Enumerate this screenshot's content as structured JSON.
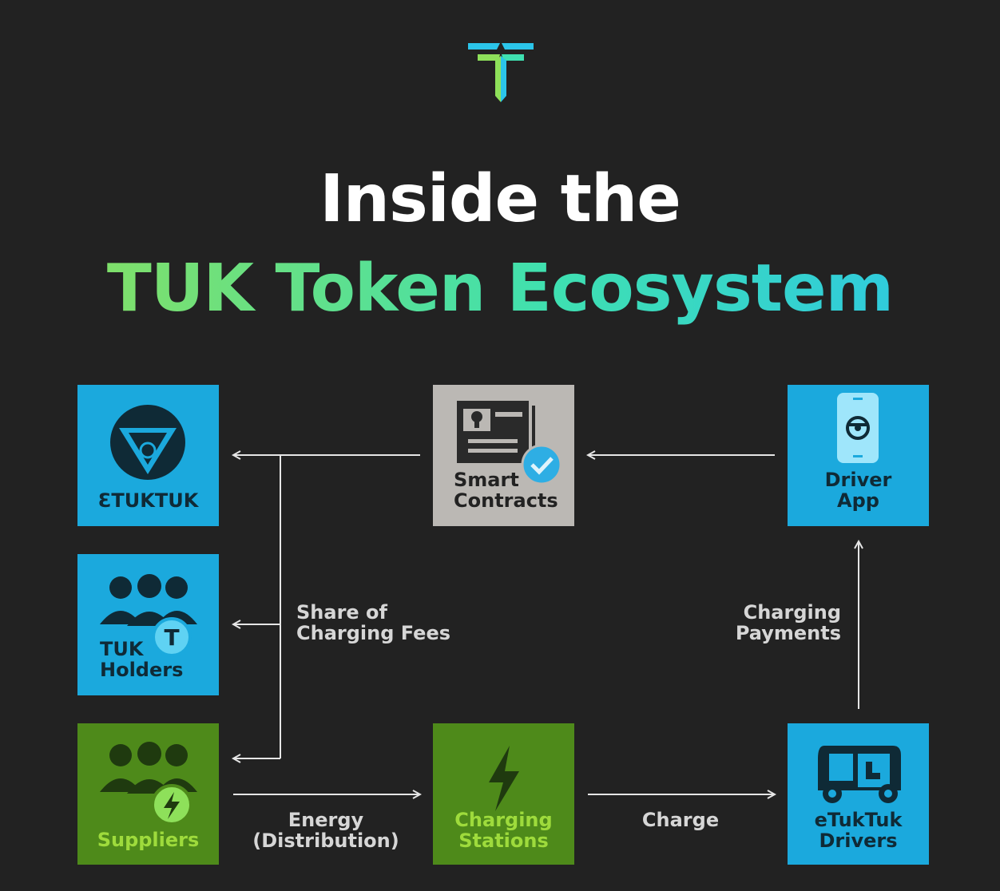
{
  "title": {
    "line1": "Inside the",
    "line2": "TUK Token Ecosystem"
  },
  "nodes": {
    "etuktuk": {
      "label": "ƐTUKTUK",
      "icon": "etuktuk-logo-icon"
    },
    "tuk_holders": {
      "label_line1": "TUK",
      "label_line2": "Holders",
      "badge": "T",
      "icon": "people-group-icon"
    },
    "suppliers": {
      "label": "Suppliers",
      "icon": "people-group-lightning-icon"
    },
    "smart_contracts": {
      "label_line1": "Smart",
      "label_line2": "Contracts",
      "icon": "contract-check-icon"
    },
    "charging_stations": {
      "label_line1": "Charging",
      "label_line2": "Stations",
      "icon": "lightning-bolt-icon"
    },
    "driver_app": {
      "label_line1": "Driver",
      "label_line2": "App",
      "icon": "phone-steering-wheel-icon"
    },
    "etuktuk_drivers": {
      "label_line1": "eTukTuk",
      "label_line2": "Drivers",
      "icon": "tuktuk-vehicle-icon"
    }
  },
  "flows": {
    "share_fees": {
      "line1": "Share of",
      "line2": "Charging Fees"
    },
    "charging_payments": {
      "line1": "Charging",
      "line2": "Payments"
    },
    "energy": {
      "line1": "Energy",
      "line2": "(Distribution)"
    },
    "charge": {
      "line1": "Charge"
    }
  },
  "colors": {
    "background": "#222222",
    "blue_node": "#1ba9dd",
    "green_node": "#4e8a1a",
    "gray_node": "#bbb8b4",
    "title_gradient": [
      "#8ee05a",
      "#2bc5ea"
    ],
    "arrow": "#e6e6e6"
  }
}
